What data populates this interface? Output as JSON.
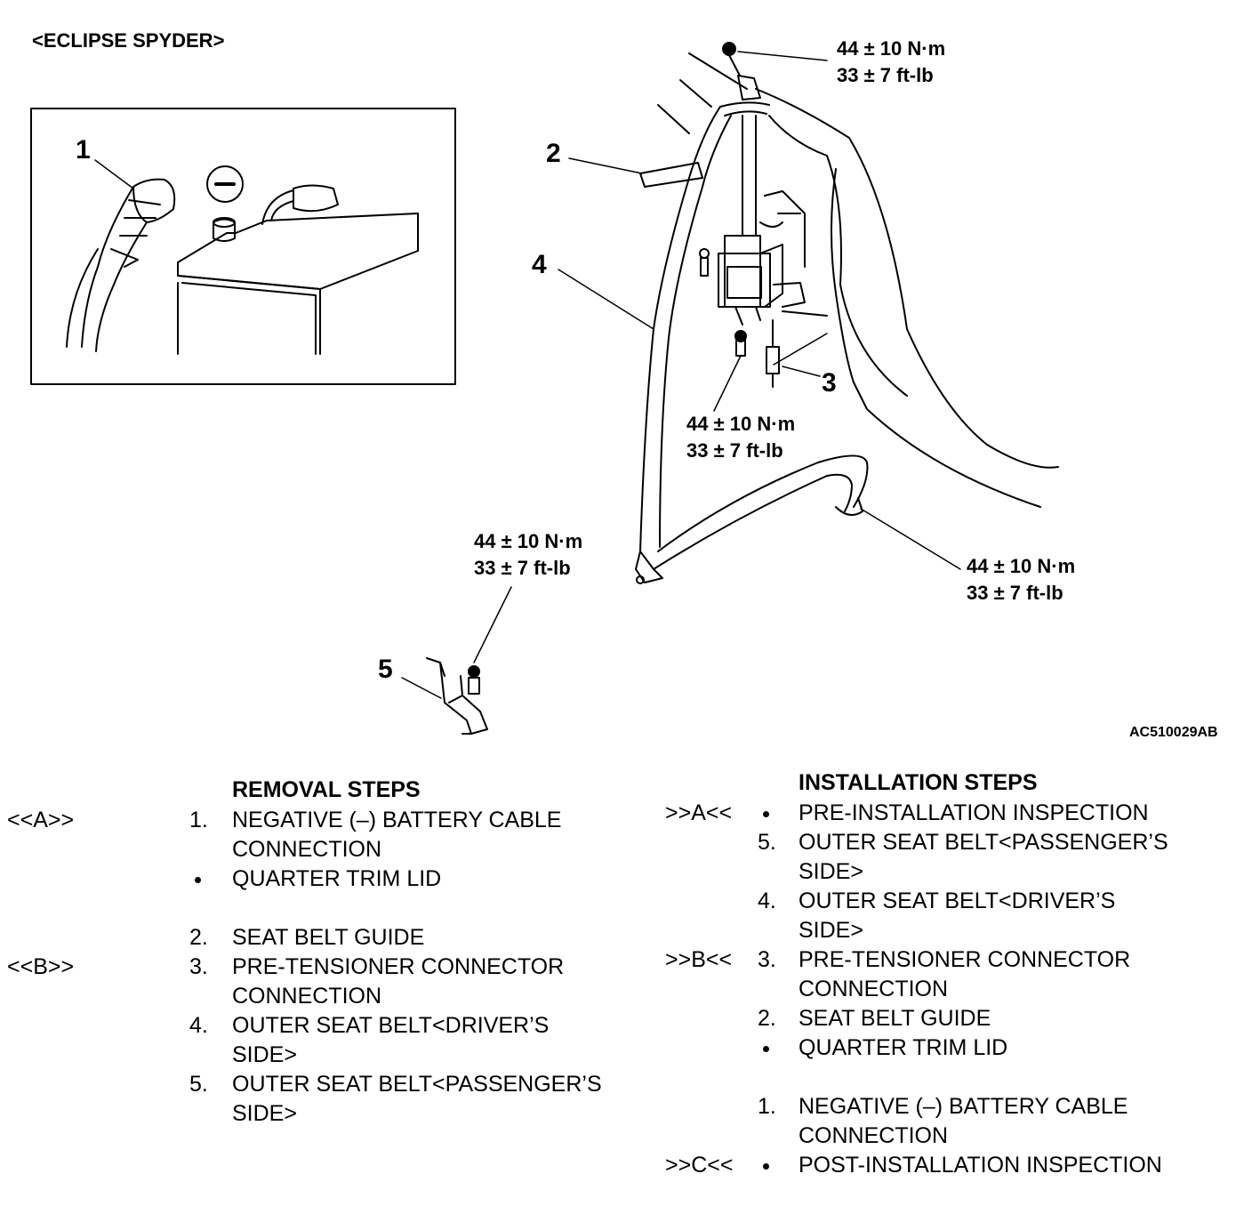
{
  "page_title": "<ECLIPSE SPYDER>",
  "figure_id": "AC510029AB",
  "callouts": {
    "c1": "1",
    "c2": "2",
    "c3": "3",
    "c4": "4",
    "c5": "5"
  },
  "torques": {
    "top": {
      "nm": "44 ± 10 N·m",
      "ftlb": "33 ± 7 ft-lb"
    },
    "middle": {
      "nm": "44 ± 10 N·m",
      "ftlb": "33 ± 7 ft-lb"
    },
    "lower_left": {
      "nm": "44 ± 10 N·m",
      "ftlb": "33 ± 7 ft-lb"
    },
    "lower_right": {
      "nm": "44 ± 10 N·m",
      "ftlb": "33 ± 7 ft-lb"
    }
  },
  "removal": {
    "heading": "REMOVAL STEPS",
    "steps": [
      {
        "ref": "<<A>>",
        "num": "1.",
        "lines": [
          "NEGATIVE (–) BATTERY CABLE",
          "CONNECTION"
        ]
      },
      {
        "ref": "",
        "num": "•",
        "lines": [
          "QUARTER TRIM LID",
          ""
        ]
      },
      {
        "ref": "",
        "num": "2.",
        "lines": [
          "SEAT BELT GUIDE"
        ]
      },
      {
        "ref": "<<B>>",
        "num": "3.",
        "lines": [
          "PRE-TENSIONER CONNECTOR",
          "CONNECTION"
        ]
      },
      {
        "ref": "",
        "num": "4.",
        "lines": [
          "OUTER SEAT BELT<DRIVER’S",
          "SIDE>"
        ]
      },
      {
        "ref": "",
        "num": "5.",
        "lines": [
          "OUTER SEAT BELT<PASSENGER’S",
          "SIDE>"
        ]
      }
    ]
  },
  "installation": {
    "heading": "INSTALLATION STEPS",
    "steps": [
      {
        "ref": ">>A<<",
        "num": "•",
        "lines": [
          "PRE-INSTALLATION INSPECTION"
        ]
      },
      {
        "ref": "",
        "num": "5.",
        "lines": [
          "OUTER SEAT BELT<PASSENGER’S",
          "SIDE>"
        ]
      },
      {
        "ref": "",
        "num": "4.",
        "lines": [
          "OUTER SEAT BELT<DRIVER’S",
          "SIDE>"
        ]
      },
      {
        "ref": ">>B<<",
        "num": "3.",
        "lines": [
          "PRE-TENSIONER CONNECTOR",
          "CONNECTION"
        ]
      },
      {
        "ref": "",
        "num": "2.",
        "lines": [
          "SEAT BELT GUIDE"
        ]
      },
      {
        "ref": "",
        "num": "•",
        "lines": [
          "QUARTER TRIM LID",
          ""
        ]
      },
      {
        "ref": "",
        "num": "1.",
        "lines": [
          "NEGATIVE (–) BATTERY CABLE",
          "CONNECTION"
        ]
      },
      {
        "ref": ">>C<<",
        "num": "•",
        "lines": [
          "POST-INSTALLATION INSPECTION"
        ]
      }
    ]
  }
}
